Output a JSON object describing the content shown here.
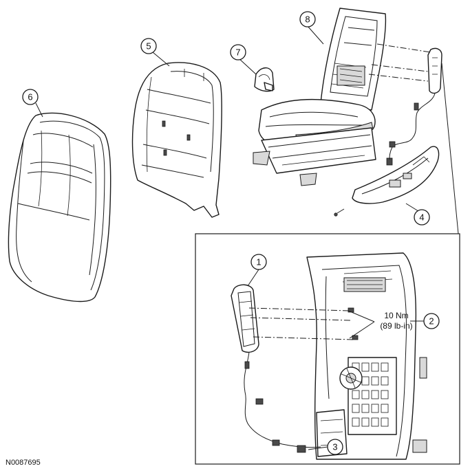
{
  "figure_id": "N0087695",
  "callouts": [
    "1",
    "2",
    "3",
    "4",
    "5",
    "6",
    "7",
    "8"
  ],
  "torque_spec": {
    "metric": "10 Nm",
    "imperial": "(89 lb-in)"
  }
}
